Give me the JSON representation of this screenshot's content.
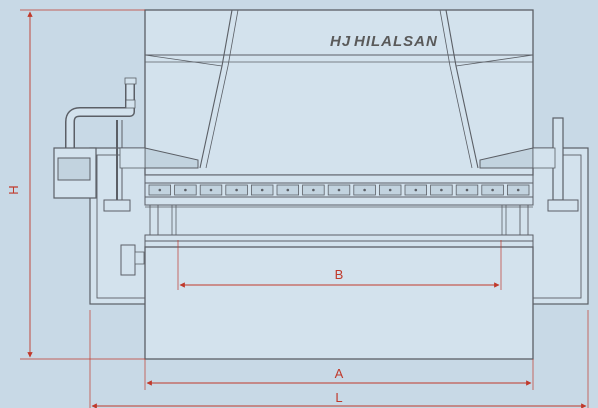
{
  "diagram": {
    "brand": "HILALSAN",
    "brand_mark": "HJ",
    "labels": {
      "height": "H",
      "inner_width": "B",
      "table_width": "A",
      "overall_length": "L"
    },
    "colors": {
      "background": "#c8d9e6",
      "machine_fill": "#d3e2ed",
      "outline": "#5b5f66",
      "dimension": "#c0392b"
    }
  }
}
